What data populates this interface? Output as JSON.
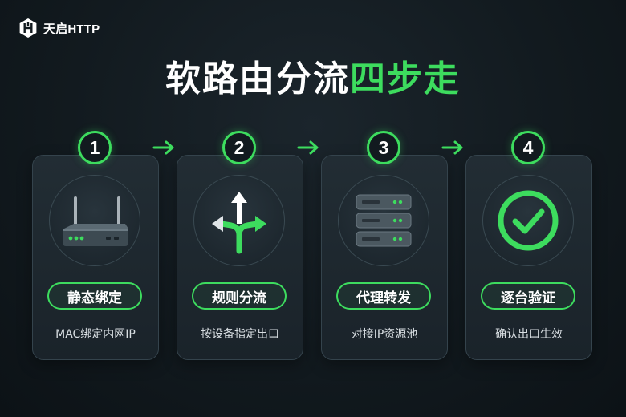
{
  "brand": {
    "name": "天启HTTP",
    "logo_icon": "th-logo-icon"
  },
  "headline": {
    "main": "软路由分流",
    "accent": "四步走"
  },
  "colors": {
    "accent": "#3ddc5e",
    "background": "#121a1f",
    "card": "#1f2a31"
  },
  "steps": [
    {
      "number": "1",
      "label": "静态绑定",
      "desc": "MAC绑定内网IP",
      "icon": "router-icon"
    },
    {
      "number": "2",
      "label": "规则分流",
      "desc": "按设备指定出口",
      "icon": "split-arrows-icon"
    },
    {
      "number": "3",
      "label": "代理转发",
      "desc": "对接IP资源池",
      "icon": "server-stack-icon"
    },
    {
      "number": "4",
      "label": "逐台验证",
      "desc": "确认出口生效",
      "icon": "check-circle-icon"
    }
  ]
}
